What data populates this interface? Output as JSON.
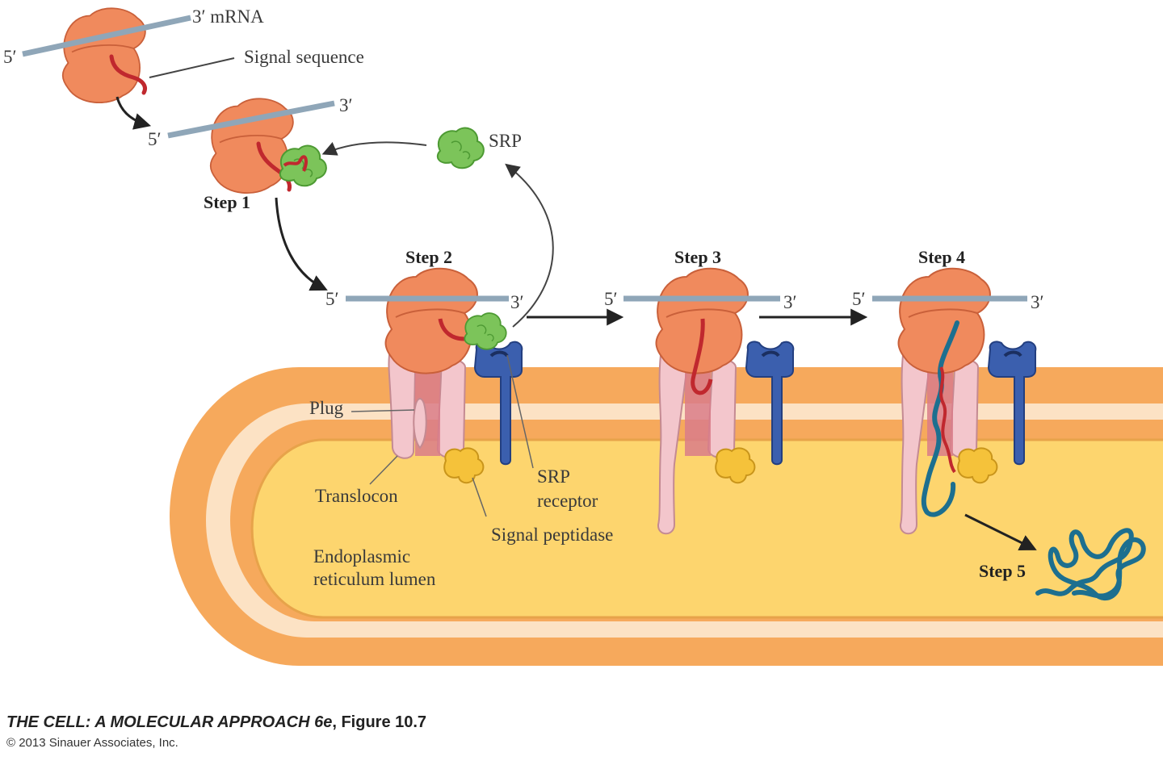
{
  "labels": {
    "mrna_3prime_top": "3′ mRNA",
    "five_prime": "5′",
    "three_prime": "3′",
    "signal_sequence": "Signal sequence",
    "srp": "SRP",
    "plug": "Plug",
    "translocon": "Translocon",
    "srp_receptor_line1": "SRP",
    "srp_receptor_line2": "receptor",
    "signal_peptidase": "Signal peptidase",
    "er_lumen_line1": "Endoplasmic",
    "er_lumen_line2": "reticulum lumen"
  },
  "steps": {
    "step1": "Step 1",
    "step2": "Step 2",
    "step3": "Step 3",
    "step4": "Step 4",
    "step5": "Step 5"
  },
  "caption": {
    "title": "THE CELL: A MOLECULAR APPROACH 6e",
    "figure": ", Figure 10.7",
    "copyright": "© 2013 Sinauer Associates, Inc."
  },
  "colors": {
    "ribosome": "#f08a5d",
    "ribosome_edge": "#c9603a",
    "mrna": "#8fa6b8",
    "signal": "#c0282e",
    "srp": "#7cc45a",
    "membrane_outer": "#f6a95c",
    "membrane_inner": "#fce2c4",
    "lumen": "#fdd56e",
    "translocon": "#f3c6cc",
    "translocon_core": "#d97d8a",
    "receptor": "#3b5fae",
    "peptidase": "#f5c23a",
    "protein": "#1d6f8f"
  }
}
